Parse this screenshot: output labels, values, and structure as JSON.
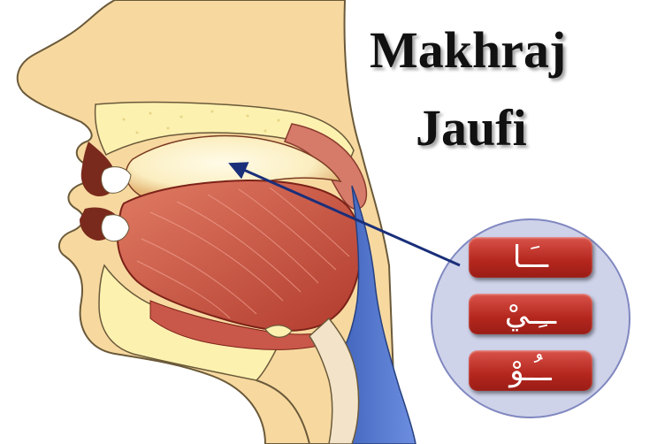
{
  "title": {
    "line1": "Makhraj",
    "line2": "Jaufi"
  },
  "letters": [
    {
      "text": "ــَـا"
    },
    {
      "text": "ــِـيْ"
    },
    {
      "text": "ــُـوْ"
    }
  ],
  "colors": {
    "skin": "#f7d9a0",
    "skin_outline": "#6b5a3a",
    "bone": "#fdf1b0",
    "tongue": "#d25a4a",
    "pharynx": "#4b6fc4",
    "cavity": "#fbf2cf",
    "arrow": "#1a2f7a",
    "circle_fill": "#cfd3ea",
    "circle_stroke": "#8088c0",
    "box": "#c0392b"
  }
}
